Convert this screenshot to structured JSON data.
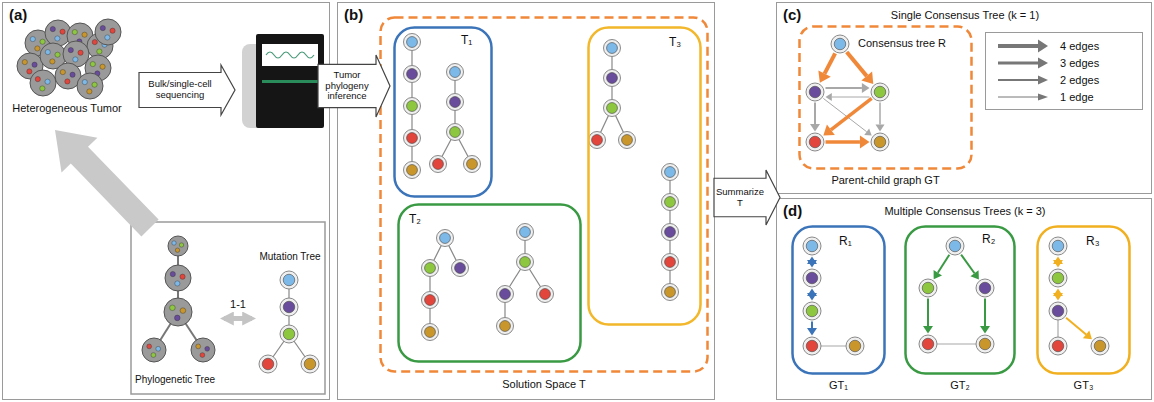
{
  "diagram": {
    "nodes": [
      {
        "text": [
          "(a)"
        ]
      },
      {
        "text": [
          "Heterogeneous Tumor"
        ],
        "in": 0
      },
      {
        "text": [
          "Bulk/single-cell sequencing"
        ],
        "in": 0
      },
      {
        "text": [
          "Phylogenetic Tree"
        ],
        "in": 0
      },
      {
        "text": [
          "Mutation Tree"
        ],
        "in": 0
      },
      {
        "text": [
          "Tumor phylogeny inference"
        ]
      },
      {
        "text": [
          "(b)"
        ]
      },
      {
        "text": [
          "Solution Space T"
        ],
        "in": 6
      },
      {
        "text": [
          "T₁"
        ],
        "in": 7
      },
      {
        "text": [
          "T₂"
        ],
        "in": 7
      },
      {
        "text": [
          "T₃"
        ],
        "in": 7
      },
      {
        "text": [
          "Summarize T"
        ]
      },
      {
        "text": [
          "(c)",
          "Single Consensus Tree (k = 1)"
        ]
      },
      {
        "text": [
          "Consensus tree R",
          "Parent-child graph GT"
        ],
        "in": 12
      },
      {
        "text": [
          "(d)",
          "Multiple Consensus Trees (k = 3)"
        ]
      },
      {
        "text": [
          "R₁",
          "GT₁"
        ],
        "in": 14
      },
      {
        "text": [
          "R₂",
          "GT₂"
        ],
        "in": 14
      },
      {
        "text": [
          "R₃",
          "GT₃"
        ],
        "in": 14
      }
    ],
    "edges": [
      {
        "from": 3,
        "to": 4,
        "label": "1-1",
        "arrow": "both"
      }
    ],
    "legend": [
      {
        "text": "4 edges"
      },
      {
        "text": "3 edges"
      },
      {
        "text": "2 edges"
      },
      {
        "text": "1 edge"
      }
    ]
  }
}
